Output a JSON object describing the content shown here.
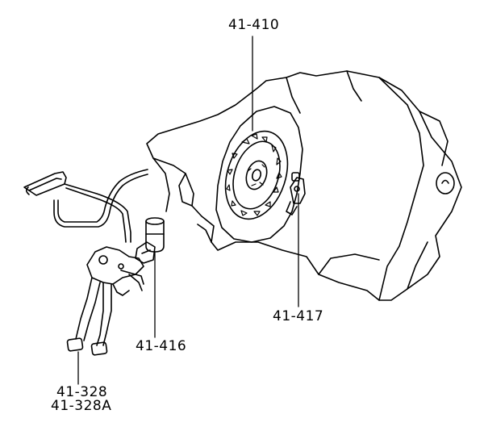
{
  "callouts": {
    "clutch_disc": "41-410",
    "slave_cylinder": "41-417",
    "master_cylinder": "41-416",
    "pedal": "41-328",
    "pedal_alt": "41-328A"
  },
  "colors": {
    "line": "#000000",
    "background": "#ffffff"
  }
}
